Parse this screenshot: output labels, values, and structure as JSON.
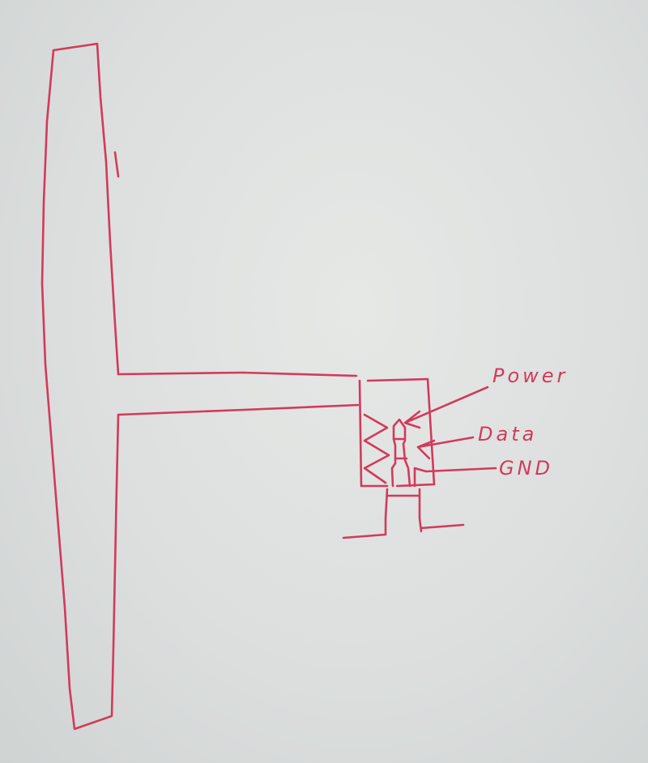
{
  "ink_color": "#d23a5c",
  "labels": {
    "power": "Power",
    "data": "Data",
    "gnd": "GND"
  }
}
